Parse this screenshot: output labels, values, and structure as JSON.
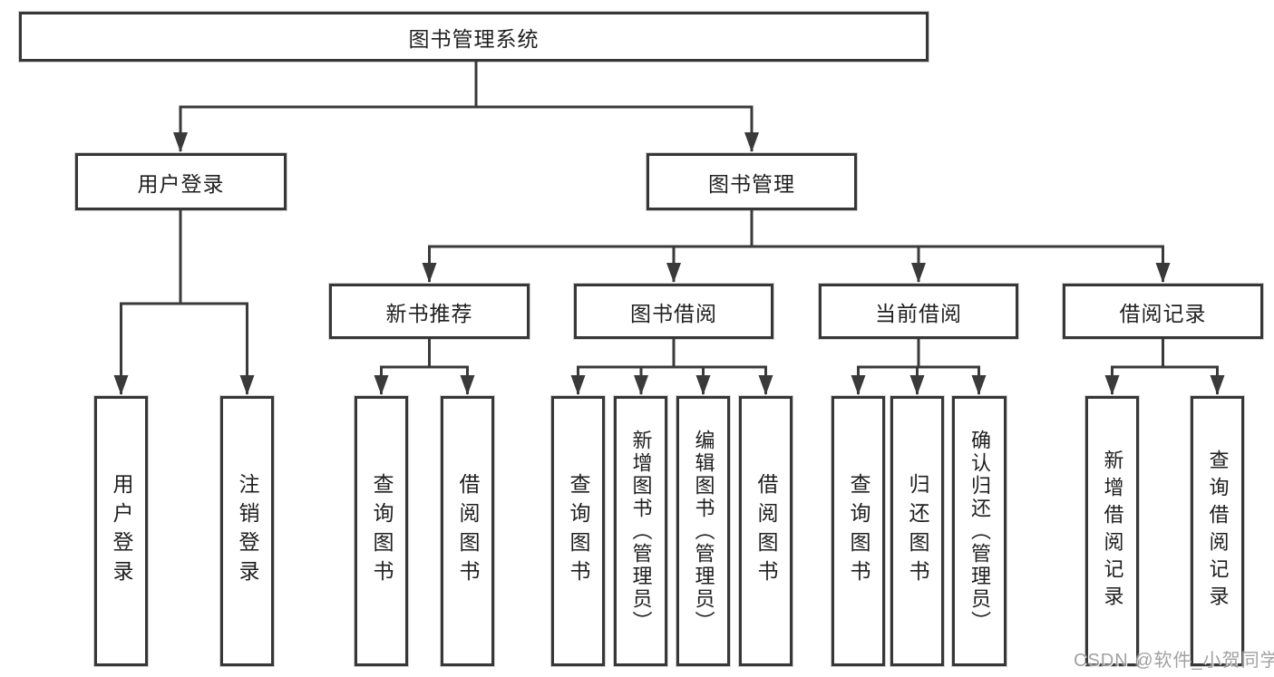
{
  "diagram": {
    "title": "图书管理系统",
    "branches": [
      {
        "label": "用户登录",
        "leaves": [
          "用户登录",
          "注销登录"
        ]
      },
      {
        "label": "图书管理",
        "groups": [
          {
            "label": "新书推荐",
            "leaves": [
              "查询图书",
              "借阅图书"
            ]
          },
          {
            "label": "图书借阅",
            "leaves": [
              "查询图书",
              "新增图书（管理员）",
              "编辑图书（管理员）",
              "借阅图书"
            ]
          },
          {
            "label": "当前借阅",
            "leaves": [
              "查询图书",
              "归还图书",
              "确认归还（管理员）"
            ]
          },
          {
            "label": "借阅记录",
            "leaves": [
              "新增借阅记录",
              "查询借阅记录"
            ]
          }
        ]
      }
    ]
  },
  "colors": {
    "line": "#3a3a3a",
    "box_border": "#373737",
    "text": "#1f1f1f",
    "background": "#ffffff",
    "watermark": "#9a9a9a"
  },
  "watermark": "CSDN @软件_小贺同学"
}
